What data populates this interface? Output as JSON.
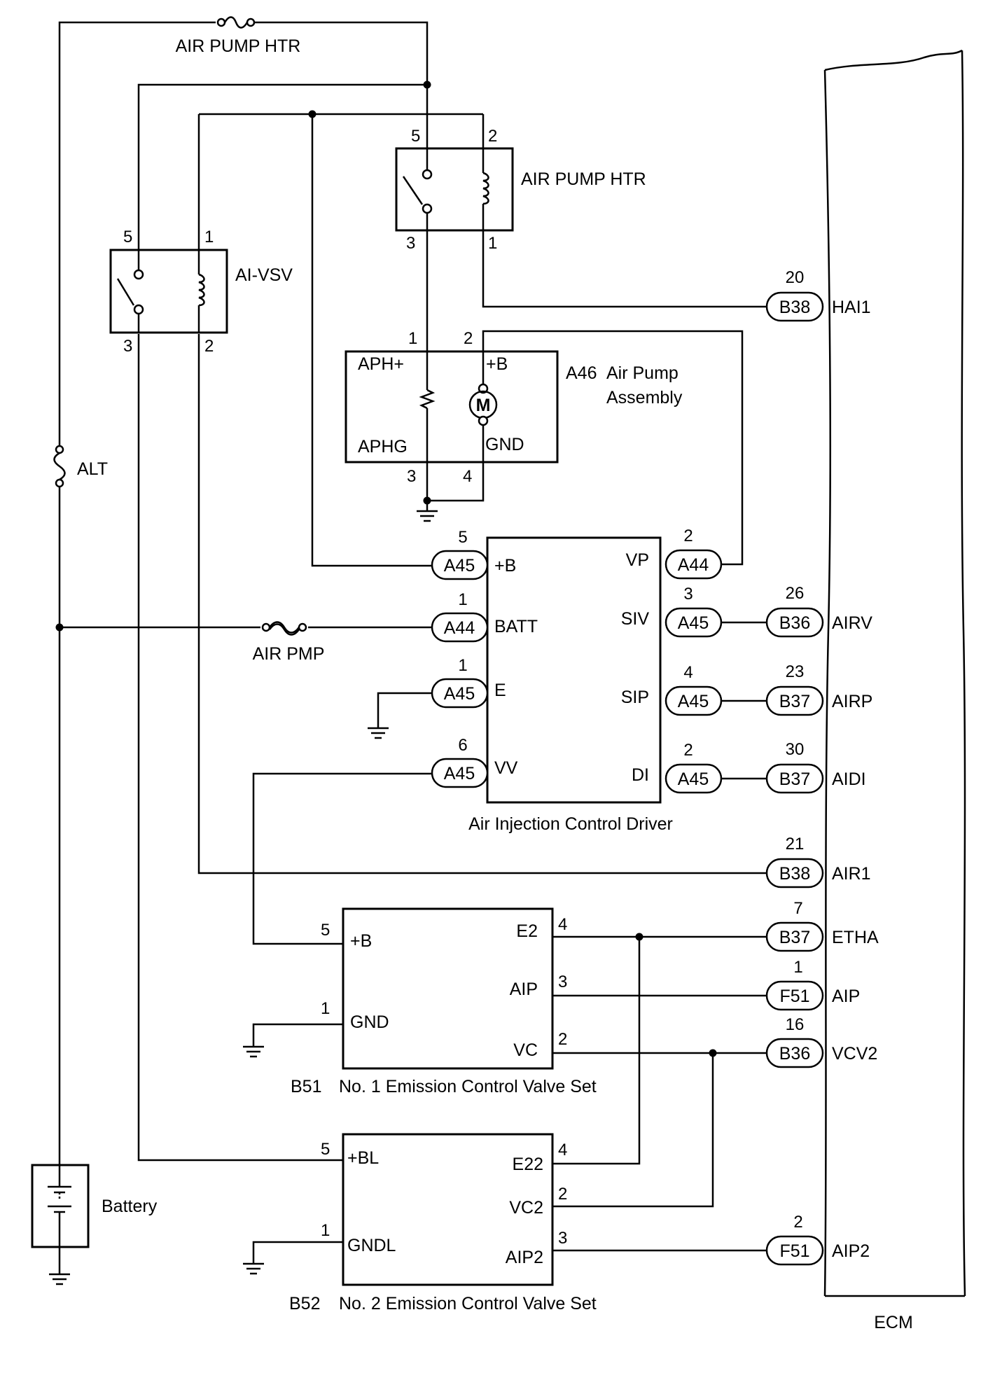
{
  "fuses": {
    "air_pump_htr": "AIR PUMP HTR",
    "alt": "ALT",
    "air_pmp": "AIR PMP"
  },
  "relay_htr": {
    "label": "AIR PUMP HTR",
    "pins": [
      "5",
      "2",
      "3",
      "1"
    ]
  },
  "ai_vsv": {
    "label": "AI-VSV",
    "pins": [
      "5",
      "1",
      "3",
      "2"
    ]
  },
  "air_pump": {
    "ref": "A46",
    "label_line1": "Air Pump",
    "label_line2": "Assembly",
    "motor": "M",
    "terminals": [
      "APH+",
      "+B",
      "APHG",
      "GND"
    ],
    "pins": [
      "1",
      "2",
      "3",
      "4"
    ]
  },
  "driver": {
    "label": "Air Injection Control Driver",
    "left_terminals": [
      "+B",
      "BATT",
      "E",
      "VV"
    ],
    "right_terminals": [
      "VP",
      "SIV",
      "SIP",
      "DI"
    ],
    "left_connectors": [
      {
        "name": "A45",
        "pin": "5"
      },
      {
        "name": "A44",
        "pin": "1"
      },
      {
        "name": "A45",
        "pin": "1"
      },
      {
        "name": "A45",
        "pin": "6"
      }
    ],
    "right_connectors": [
      {
        "name": "A44",
        "pin": "2"
      },
      {
        "name": "A45",
        "pin": "3"
      },
      {
        "name": "A45",
        "pin": "4"
      },
      {
        "name": "A45",
        "pin": "2"
      }
    ]
  },
  "valve1": {
    "ref": "B51",
    "label": "No. 1 Emission Control Valve Set",
    "terminals": [
      "+B",
      "GND",
      "E2",
      "AIP",
      "VC"
    ],
    "pins": [
      "5",
      "1",
      "4",
      "3",
      "2"
    ]
  },
  "valve2": {
    "ref": "B52",
    "label": "No. 2 Emission Control Valve Set",
    "terminals": [
      "+BL",
      "GNDL",
      "E22",
      "VC2",
      "AIP2"
    ],
    "pins": [
      "5",
      "1",
      "4",
      "2",
      "3"
    ]
  },
  "battery": {
    "label": "Battery"
  },
  "ecm": {
    "label": "ECM",
    "pins": [
      {
        "connector": "B38",
        "pin": "20",
        "signal": "HAI1"
      },
      {
        "connector": "B36",
        "pin": "26",
        "signal": "AIRV"
      },
      {
        "connector": "B37",
        "pin": "23",
        "signal": "AIRP"
      },
      {
        "connector": "B37",
        "pin": "30",
        "signal": "AIDI"
      },
      {
        "connector": "B38",
        "pin": "21",
        "signal": "AIR1"
      },
      {
        "connector": "B37",
        "pin": "7",
        "signal": "ETHA"
      },
      {
        "connector": "F51",
        "pin": "1",
        "signal": "AIP"
      },
      {
        "connector": "B36",
        "pin": "16",
        "signal": "VCV2"
      },
      {
        "connector": "F51",
        "pin": "2",
        "signal": "AIP2"
      }
    ]
  }
}
